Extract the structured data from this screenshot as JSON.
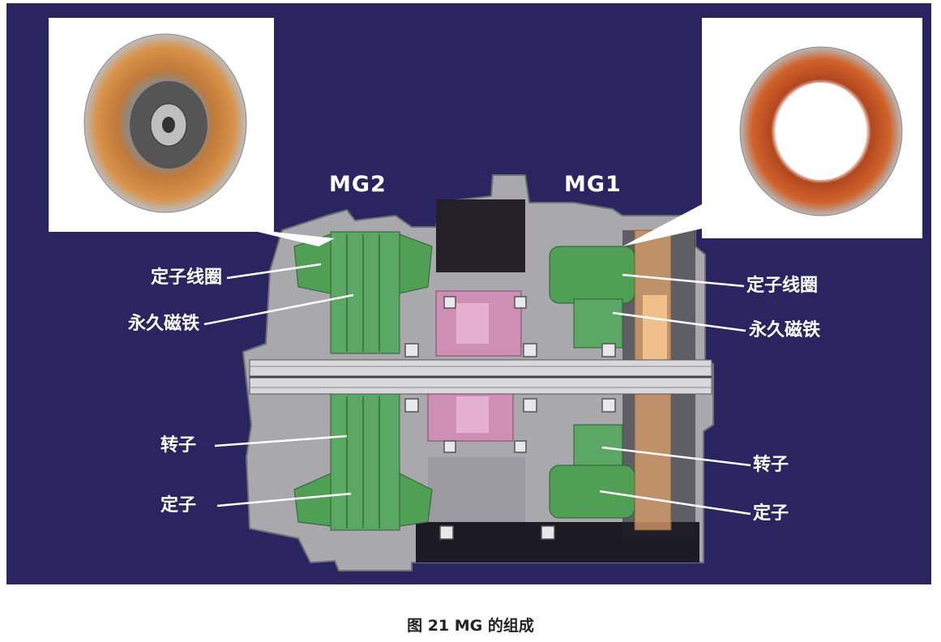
{
  "labels": {
    "mg2": "MG2",
    "mg1": "MG1",
    "left": {
      "stator_coil": "定子线圈",
      "permanent_magnet": "永久磁铁",
      "rotor": "转子",
      "stator": "定子"
    },
    "right": {
      "stator_coil": "定子线圈",
      "permanent_magnet": "永久磁铁",
      "rotor": "转子",
      "stator": "定子"
    }
  },
  "caption": "图 21  MG 的组成",
  "colors": {
    "background": "#2a2560",
    "housing": "#a9a9ad",
    "green": "#4f9f55",
    "pink": "#cf8fb4",
    "orange": "#e0a36a"
  }
}
